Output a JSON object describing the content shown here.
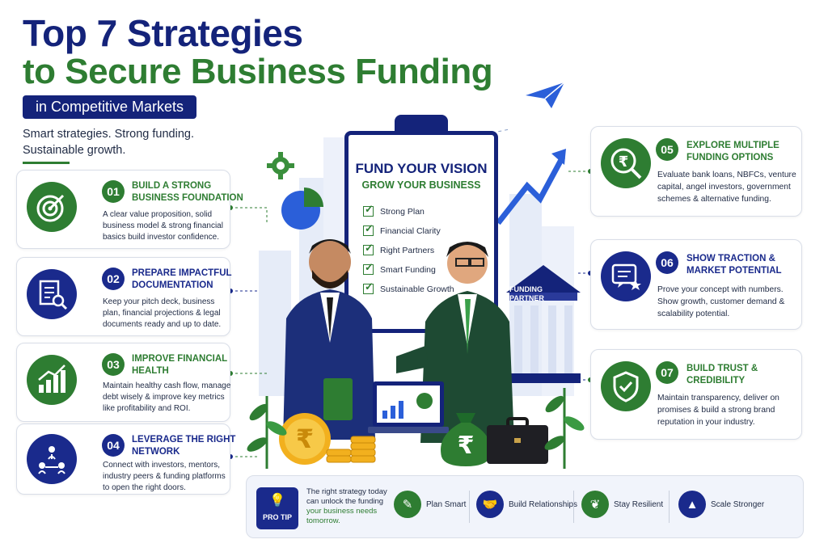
{
  "title": {
    "line1": "Top 7 Strategies",
    "line2": "to Secure Business Funding",
    "pill": "in Competitive Markets",
    "tagline": "Smart strategies. Strong funding. Sustainable growth."
  },
  "strategies": [
    {
      "num": "01",
      "title": "BUILD A STRONG BUSINESS FOUNDATION",
      "desc": "A clear value proposition, solid business model & strong financial basics build investor confidence.",
      "icon": "target-icon"
    },
    {
      "num": "02",
      "title": "PREPARE IMPACTFUL DOCUMENTATION",
      "desc": "Keep your pitch deck, business plan, financial projections & legal documents ready and up to date.",
      "icon": "document-search-icon"
    },
    {
      "num": "03",
      "title": "IMPROVE FINANCIAL HEALTH",
      "desc": "Maintain healthy cash flow, manage debt wisely & improve key metrics like profitability and ROI.",
      "icon": "growth-chart-icon"
    },
    {
      "num": "04",
      "title": "LEVERAGE THE RIGHT NETWORK",
      "desc": "Connect with investors, mentors, industry peers & funding platforms to open the right doors.",
      "icon": "network-icon"
    },
    {
      "num": "05",
      "title": "EXPLORE MULTIPLE FUNDING OPTIONS",
      "desc": "Evaluate bank loans, NBFCs, venture capital, angel investors, government schemes & alternative funding.",
      "icon": "rupee-search-icon"
    },
    {
      "num": "06",
      "title": "SHOW TRACTION & MARKET POTENTIAL",
      "desc": "Prove your concept with numbers. Show growth, customer demand & scalability potential.",
      "icon": "presentation-icon"
    },
    {
      "num": "07",
      "title": "BUILD TRUST & CREDIBILITY",
      "desc": "Maintain transparency, deliver on promises & build a strong brand reputation in your industry.",
      "icon": "shield-check-icon"
    }
  ],
  "clipboard": {
    "title1": "FUND YOUR VISION",
    "title2": "GROW YOUR BUSINESS",
    "items": [
      "Strong Plan",
      "Financial Clarity",
      "Right Partners",
      "Smart Funding",
      "Sustainable Growth"
    ]
  },
  "bank_sign": "FUNDING PARTNER",
  "bottom": {
    "pro_tip": "PRO TIP",
    "tip_a": "The right strategy today can unlock the funding ",
    "tip_b": "your business needs tomorrow.",
    "items": [
      {
        "label": "Plan Smart",
        "icon": "checklist-icon"
      },
      {
        "label": "Build Relationships",
        "icon": "handshake-icon"
      },
      {
        "label": "Stay Resilient",
        "icon": "plant-icon"
      },
      {
        "label": "Scale Stronger",
        "icon": "growth-chart-icon"
      }
    ]
  },
  "colors": {
    "navy": "#14237a",
    "green": "#2e7d32",
    "blue": "#1a2a8c"
  }
}
